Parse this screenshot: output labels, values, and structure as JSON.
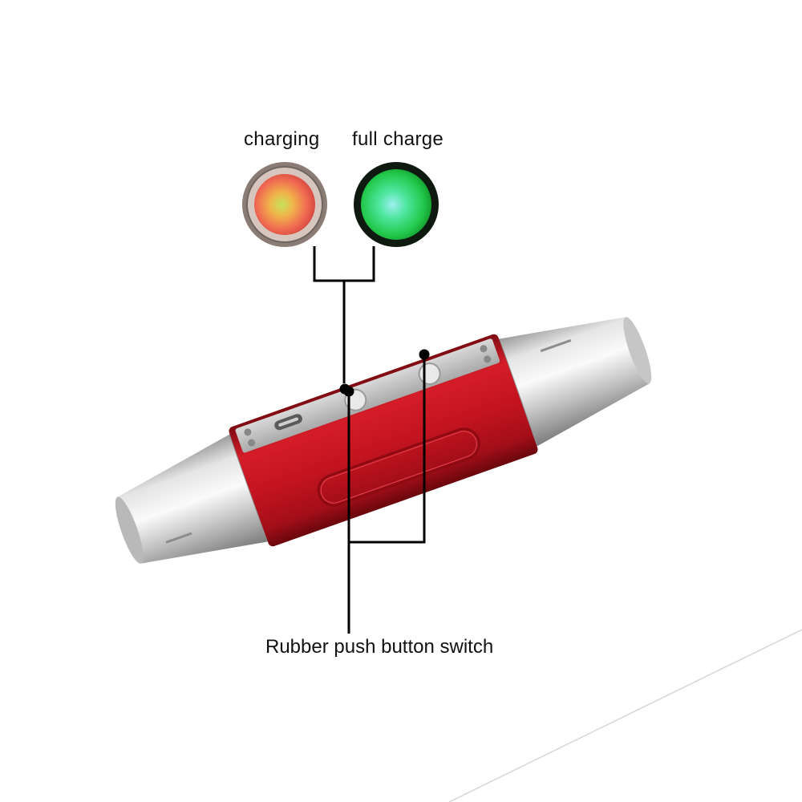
{
  "indicators": {
    "charging_label": "charging",
    "full_charge_label": "full charge",
    "charging_color": "#e8b04a",
    "full_charge_color": "#2fe06a"
  },
  "callout": {
    "switch_label": "Rubber push button switch"
  },
  "body_color": "#c41420",
  "metal_color": "#c9c9c9"
}
